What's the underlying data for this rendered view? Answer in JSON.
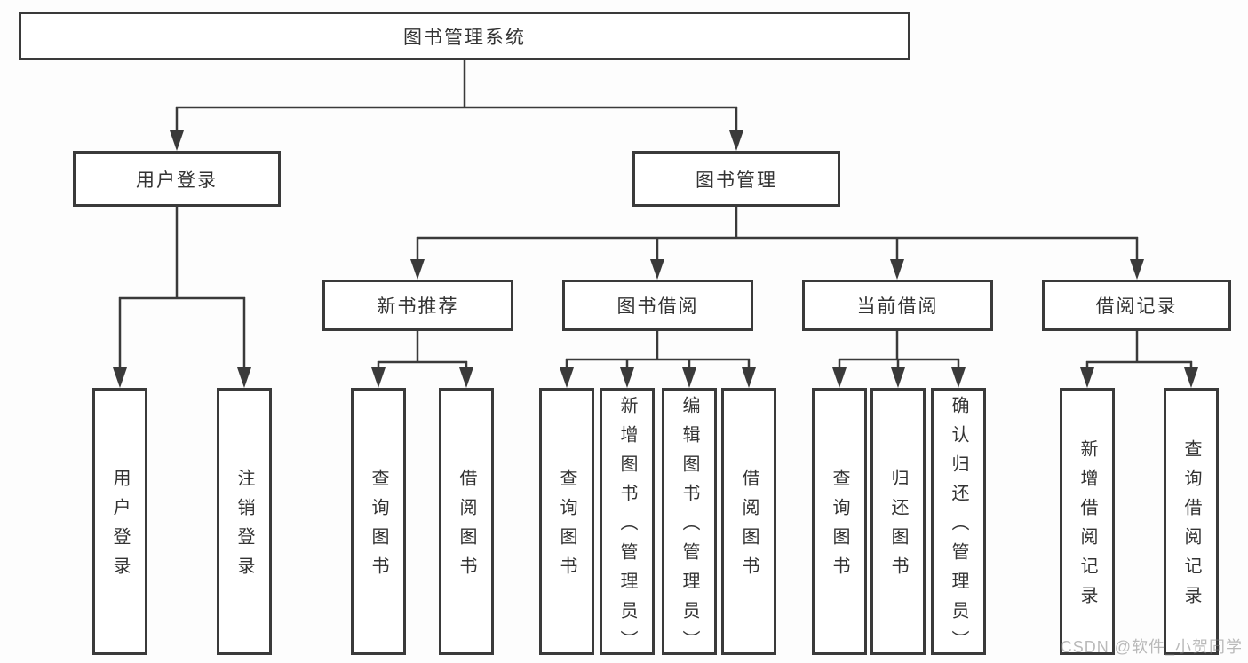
{
  "colors": {
    "line": "#3a3a3a",
    "box_border": "#3a3a3a",
    "box_fill": "#ffffff",
    "background": "#fdfdfd",
    "text": "#333333",
    "watermark": "#bdbdbd"
  },
  "tree": {
    "root": "图书管理系统",
    "branches": [
      {
        "label": "用户登录",
        "children": [
          "用户登录",
          "注销登录"
        ]
      },
      {
        "label": "图书管理",
        "groups": [
          {
            "label": "新书推荐",
            "children": [
              "查询图书",
              "借阅图书"
            ]
          },
          {
            "label": "图书借阅",
            "children": [
              "查询图书",
              "新增图书（管理员）",
              "编辑图书（管理员）",
              "借阅图书"
            ]
          },
          {
            "label": "当前借阅",
            "children": [
              "查询图书",
              "归还图书",
              "确认归还（管理员）"
            ]
          },
          {
            "label": "借阅记录",
            "children": [
              "新增借阅记录",
              "查询借阅记录"
            ]
          }
        ]
      }
    ]
  },
  "watermark": "CSDN @软件_小贺同学"
}
